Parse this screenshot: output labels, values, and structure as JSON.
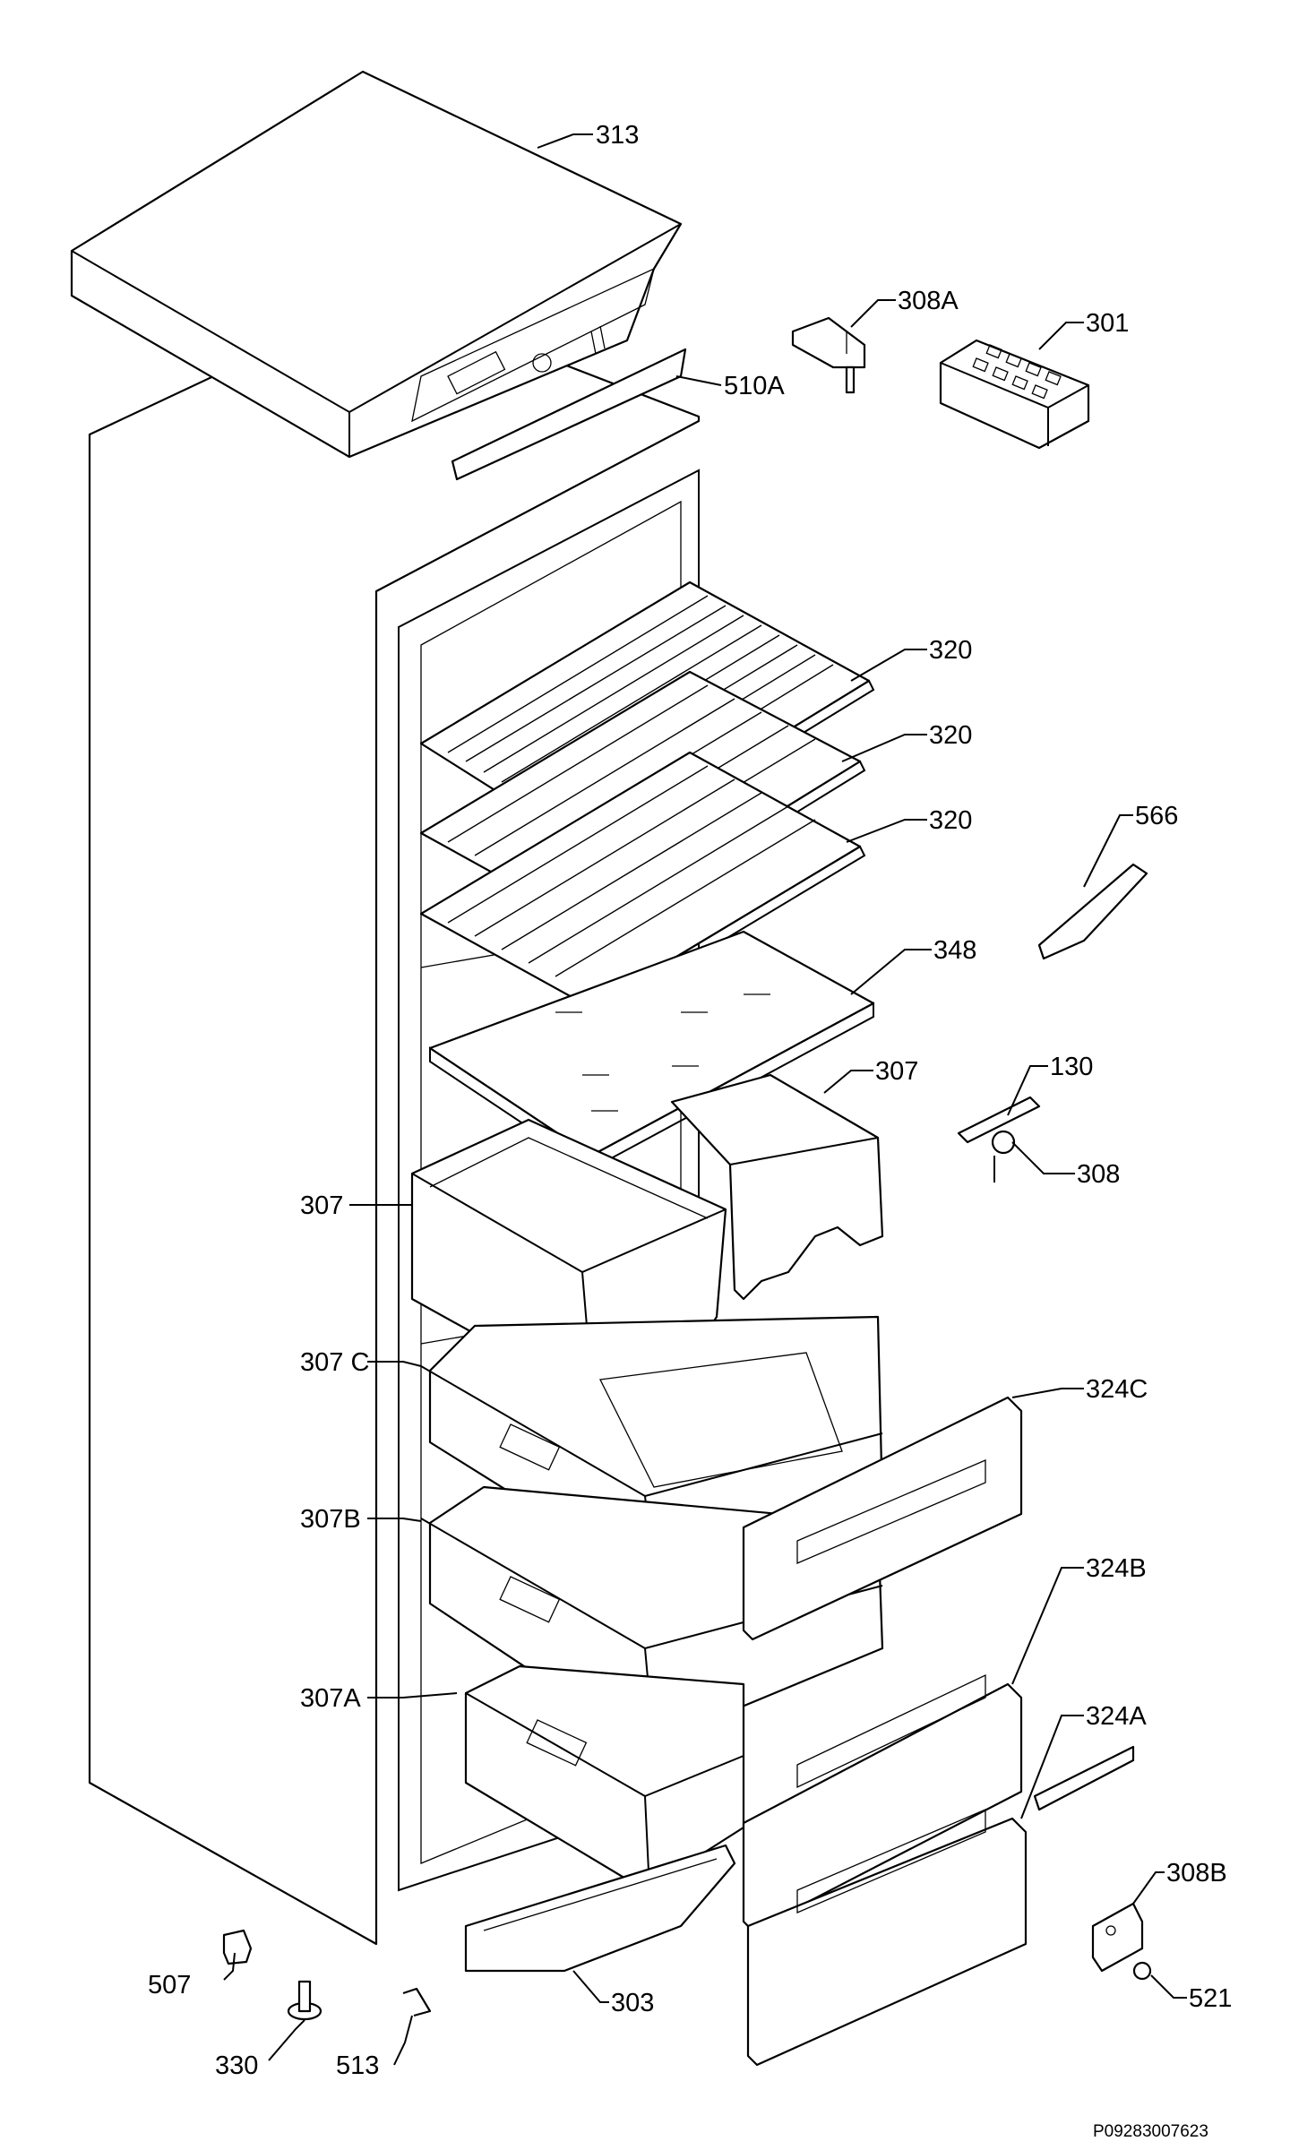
{
  "diagram": {
    "document_id": "P09283007623",
    "callouts": {
      "c313": "313",
      "c308A": "308A",
      "c301": "301",
      "c510A": "510A",
      "c320a": "320",
      "c320b": "320",
      "c320c": "320",
      "c566": "566",
      "c348": "348",
      "c307r": "307",
      "c130": "130",
      "c308": "308",
      "c307l": "307",
      "c307C": "307 C",
      "c324C": "324C",
      "c307B": "307B",
      "c324B": "324B",
      "c307A": "307A",
      "c324A": "324A",
      "c308B": "308B",
      "c507": "507",
      "c521": "521",
      "c303": "303",
      "c330": "330",
      "c513": "513"
    }
  }
}
